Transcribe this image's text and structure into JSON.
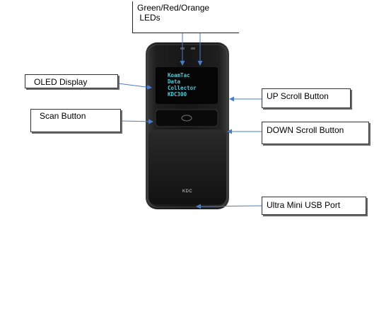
{
  "labels": {
    "leds": [
      "Green/Red/Orange",
      " LEDs"
    ],
    "oled": "OLED Display",
    "scan": "Scan Button",
    "up": "UP Scroll Button",
    "down": "DOWN Scroll Button",
    "usb": "Ultra Mini USB Port"
  },
  "screen": [
    "KoamTac",
    "Data",
    "Collector",
    "KDC300"
  ],
  "brand": "KDC",
  "colors": {
    "arrow": "#4a7cc7",
    "screen_text": "#4fc9d8",
    "body": "#1b1b1b"
  }
}
